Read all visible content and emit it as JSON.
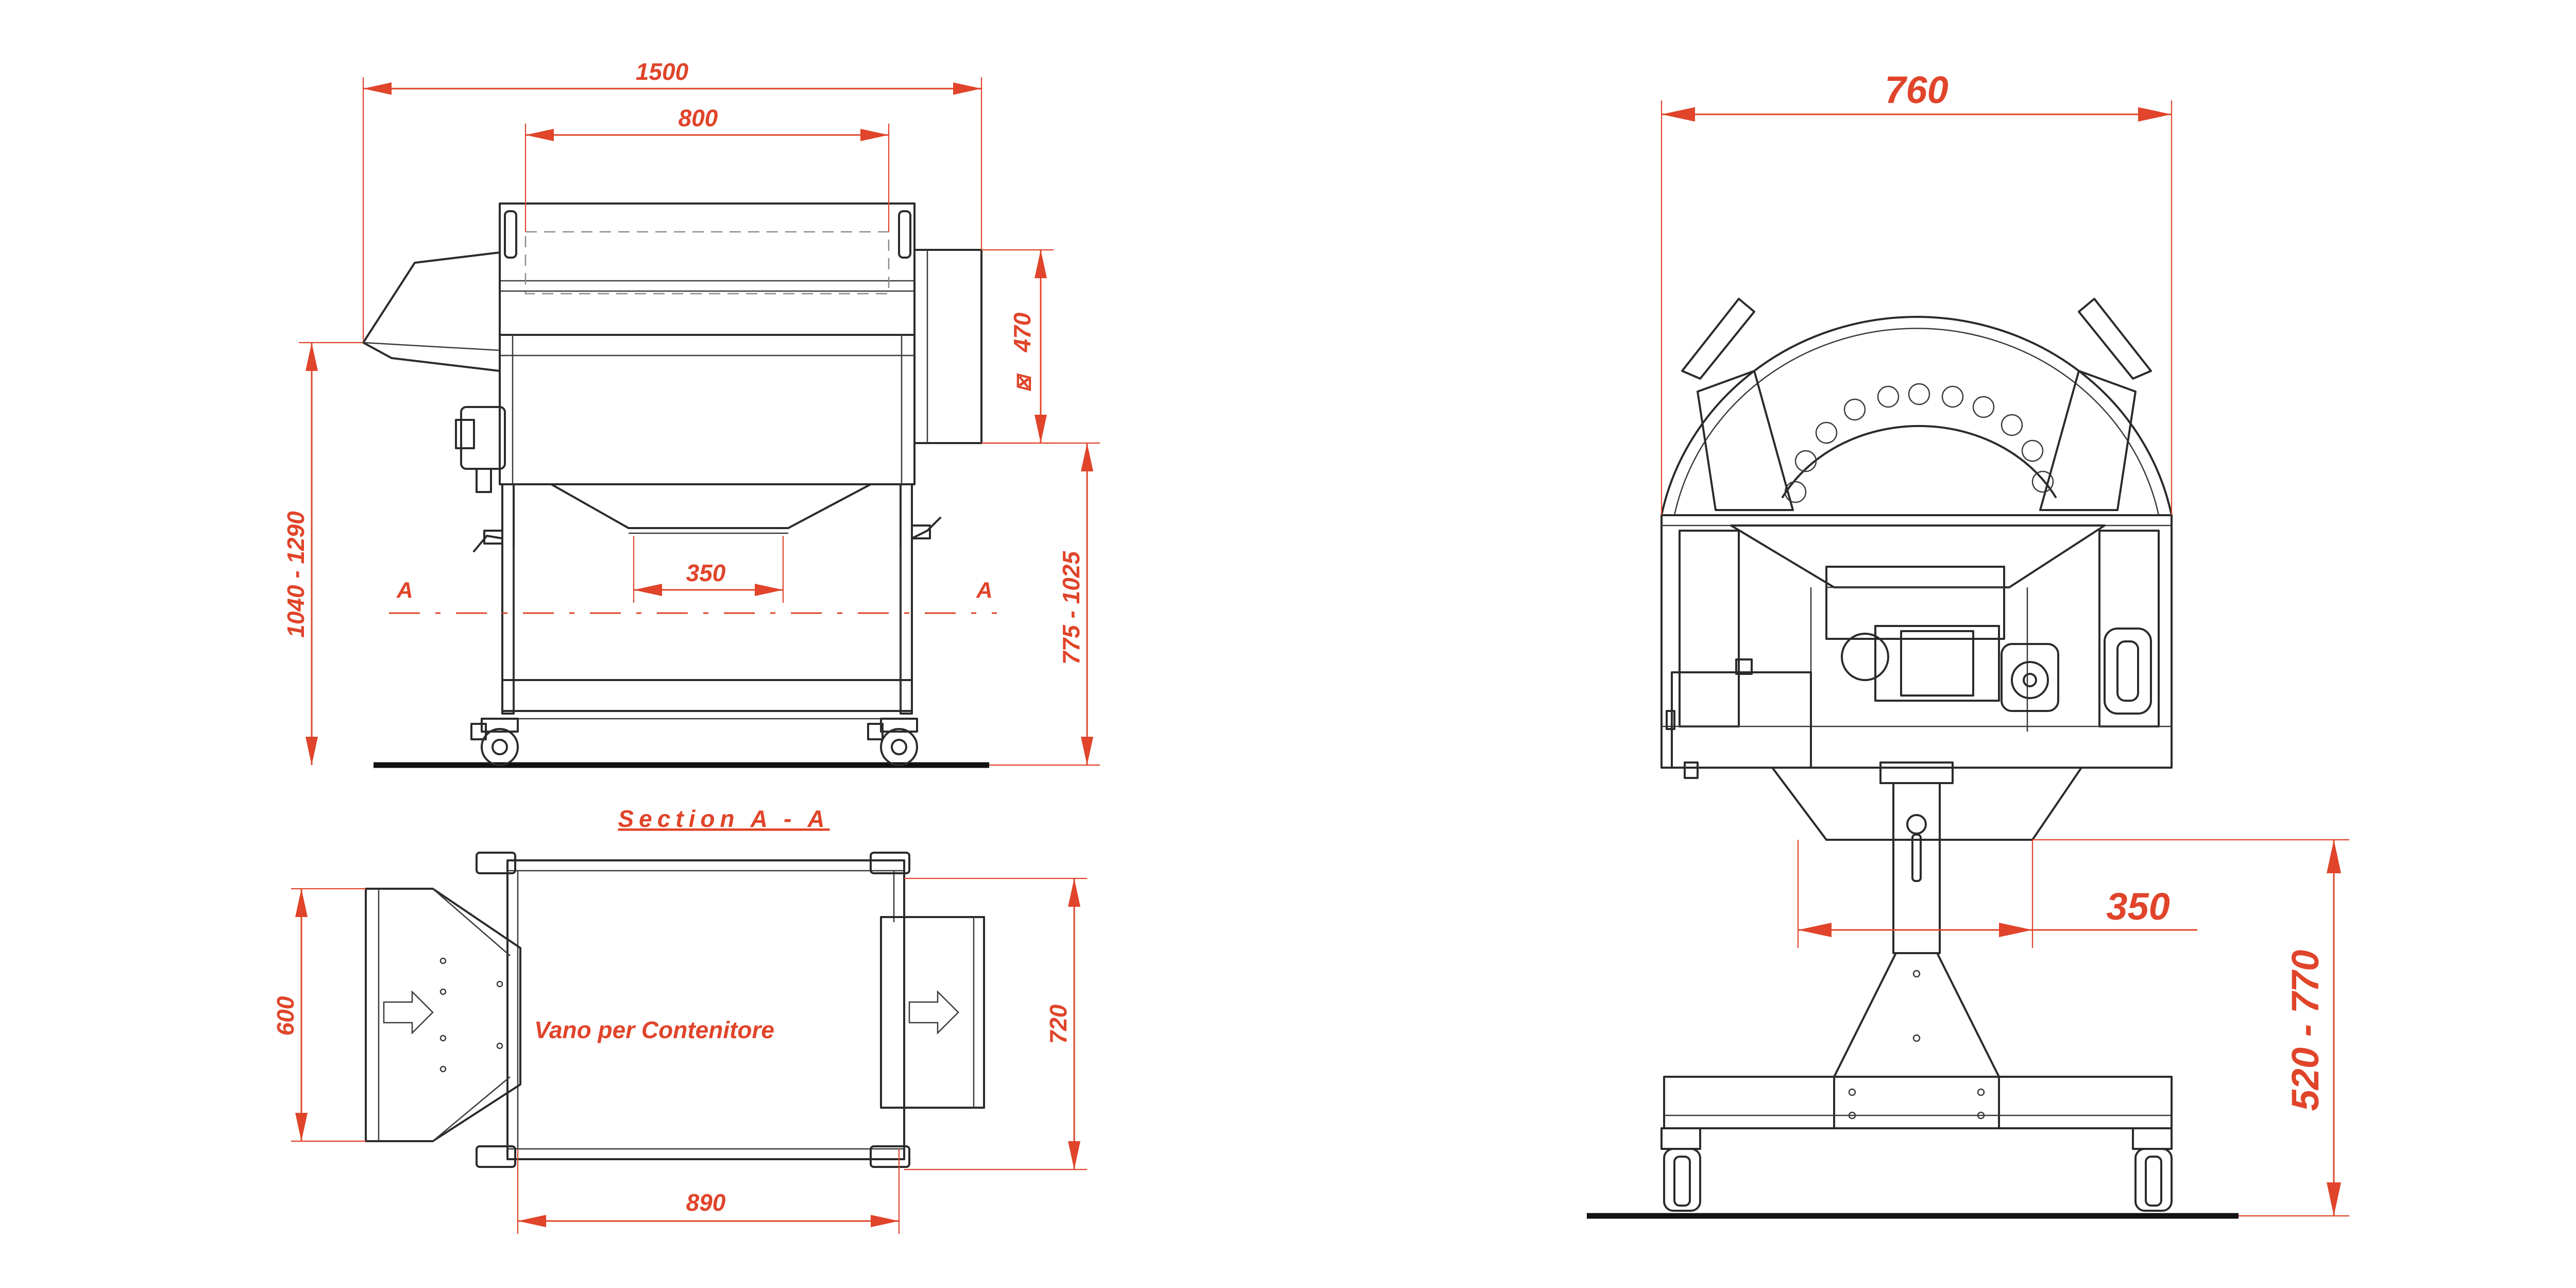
{
  "dimensions": {
    "side_total_length": "1500",
    "side_drum_length": "800",
    "side_chute_height": "470",
    "side_outlet_width": "350",
    "side_total_height": "1040 - 1290",
    "side_table_height": "775 - 1025",
    "plan_depth": "600",
    "plan_outlet_depth": "720",
    "plan_frame_width": "890",
    "front_width": "760",
    "front_outlet_width": "350",
    "front_outlet_height": "520 - 770"
  },
  "labels": {
    "section_mark_left": "A",
    "section_mark_right": "A",
    "section_title": "Section A - A",
    "container_bay": "Vano per  Contenitore",
    "square_symbol": "⊠"
  },
  "colors": {
    "dimension": "#e0442a",
    "outline": "#2b2b2b",
    "ground": "#111111"
  }
}
